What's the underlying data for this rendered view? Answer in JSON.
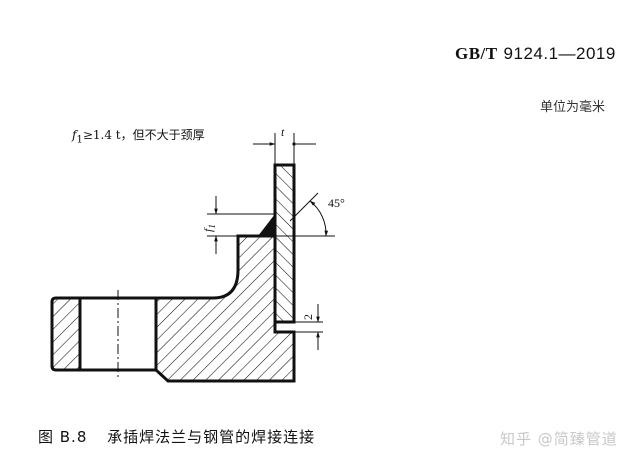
{
  "header": {
    "standard_code": "GB/T",
    "standard_number": "9124.1—2019",
    "unit_note": "单位为毫米"
  },
  "drawing": {
    "note_symbol": "f",
    "note_subscript": "1",
    "note_text": "≥1.4 t，但不大于颈厚",
    "labels": {
      "thickness": "t",
      "fillet": "f",
      "fillet_sub": "1",
      "angle": "45°",
      "gap": "2"
    }
  },
  "caption": {
    "figure_number": "图 B.8",
    "title": "承插焊法兰与钢管的焊接连接"
  },
  "watermark": "知乎 @简臻管道"
}
